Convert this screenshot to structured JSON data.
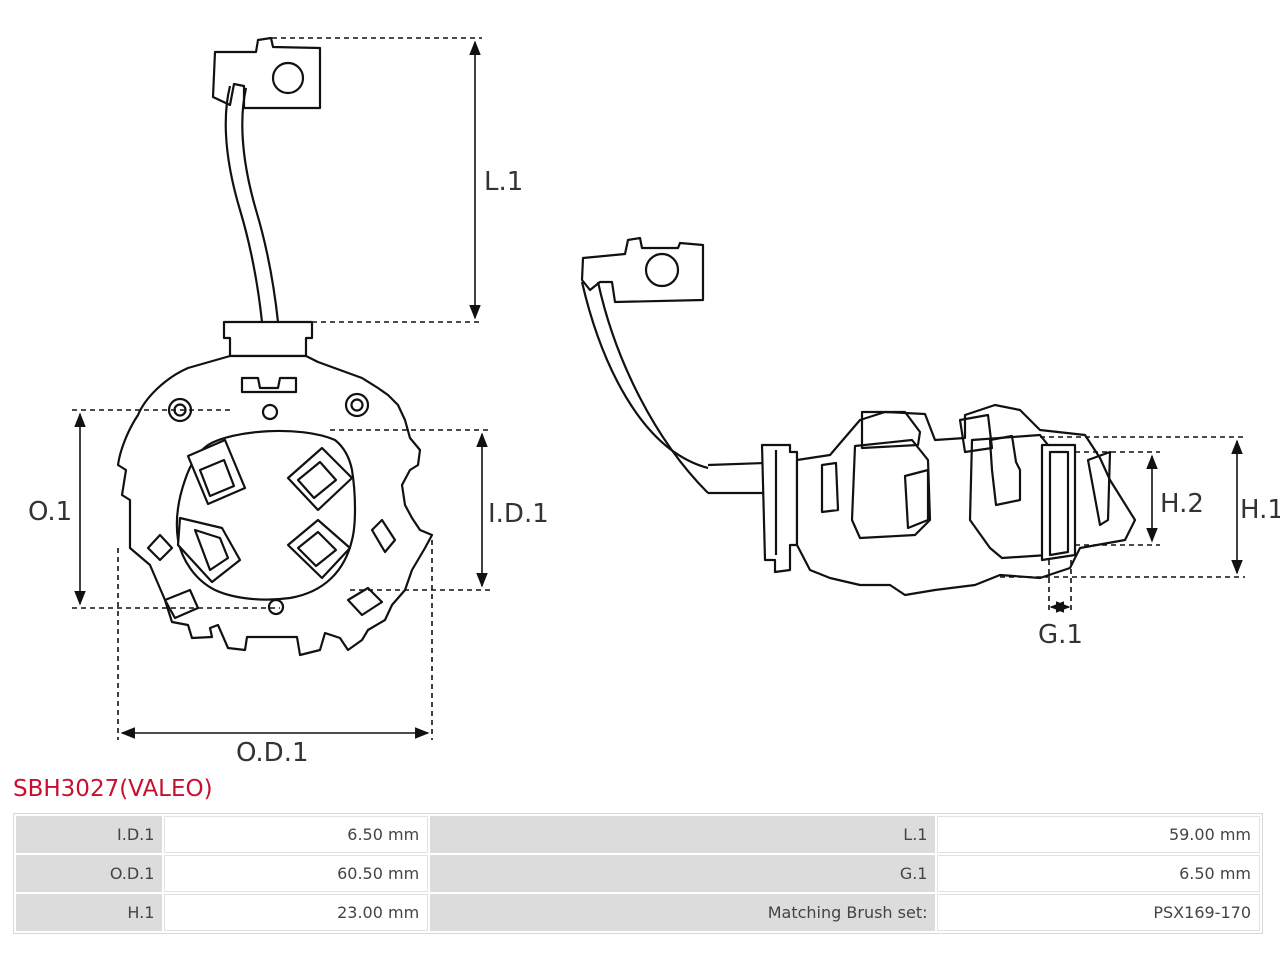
{
  "diagram": {
    "dimension_labels": {
      "l1": "L.1",
      "o1": "O.1",
      "id1": "I.D.1",
      "od1": "O.D.1",
      "h1": "H.1",
      "h2": "H.2",
      "g1": "G.1"
    }
  },
  "product": {
    "title": "SBH3027(VALEO)"
  },
  "specs": {
    "rows": [
      {
        "k1": "I.D.1",
        "v1": "6.50 mm",
        "k2": "L.1",
        "v2": "59.00 mm"
      },
      {
        "k1": "O.D.1",
        "v1": "60.50 mm",
        "k2": "G.1",
        "v2": "6.50 mm"
      },
      {
        "k1": "H.1",
        "v1": "23.00 mm",
        "k2": "Matching Brush set:",
        "v2": "PSX169-170"
      }
    ]
  },
  "colors": {
    "title": "#c8102e",
    "line": "#111111",
    "header_cell": "#dcdcdc"
  }
}
